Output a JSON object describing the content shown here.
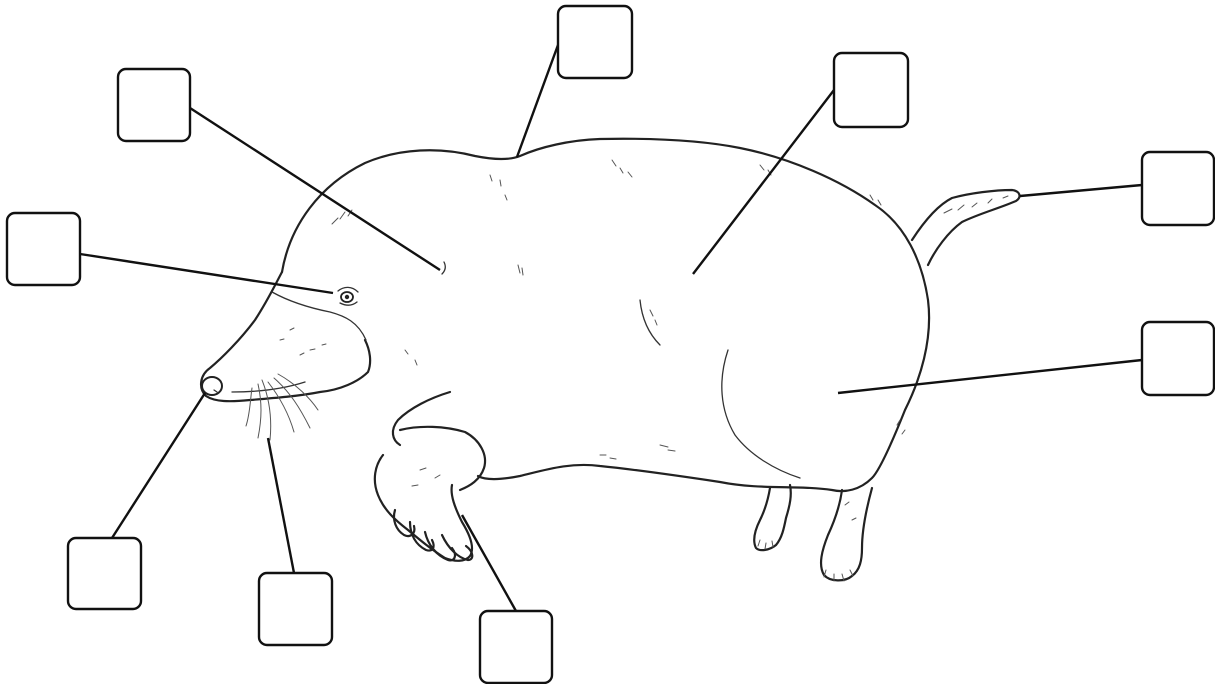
{
  "diagram": {
    "subject": "mole",
    "line_color": "#111111",
    "background": "#ffffff",
    "labels": [
      {
        "part": "shoulder",
        "text": ""
      },
      {
        "part": "back",
        "text": ""
      },
      {
        "part": "body",
        "text": ""
      },
      {
        "part": "tail",
        "text": ""
      },
      {
        "part": "eye",
        "text": ""
      },
      {
        "part": "hind-leg",
        "text": ""
      },
      {
        "part": "snout",
        "text": ""
      },
      {
        "part": "whiskers",
        "text": ""
      },
      {
        "part": "front-claw",
        "text": ""
      }
    ]
  }
}
